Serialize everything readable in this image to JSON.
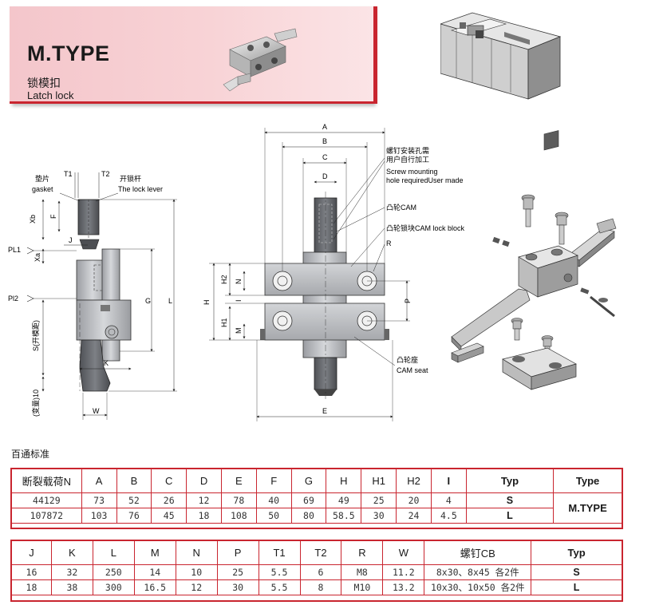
{
  "header": {
    "title": "M.TYPE",
    "subtitle_cn": "锁模扣",
    "subtitle_en": "Latch lock"
  },
  "drawing": {
    "side": {
      "gasket_cn": "垫片",
      "gasket_en": "gasket",
      "lever_cn": "开锁杆",
      "lever_en": "The lock lever",
      "T1": "T1",
      "T2": "T2",
      "F": "F",
      "Xb": "Xb",
      "J": "J",
      "Xa": "Xa",
      "PL1": "PL1",
      "Pl2": "Pl2",
      "S": "S(开模距)",
      "var": "(变量)10",
      "G": "G",
      "L": "L",
      "K": "K",
      "W": "W"
    },
    "front": {
      "A": "A",
      "B": "B",
      "C": "C",
      "D": "D",
      "E": "E",
      "H": "H",
      "H1": "H1",
      "H2": "H2",
      "I": "I",
      "N": "N",
      "M": "M",
      "P": "P",
      "screw_cn_1": "螺钉安装孔需",
      "screw_cn_2": "用户自行加工",
      "screw_en_1": "Screw mounting",
      "screw_en_2": "hole requiredUser made",
      "cam_cn": "凸轮CAM",
      "cam_block_cn": "凸轮锁块CAM lock block",
      "R": "R",
      "cam_seat_cn": "凸轮座",
      "cam_seat_en": "CAM seat"
    }
  },
  "section_title": "百通标准",
  "table1": {
    "headers": [
      "断裂载荷N",
      "A",
      "B",
      "C",
      "D",
      "E",
      "F",
      "G",
      "H",
      "H1",
      "H2",
      "I",
      "Typ",
      "Type"
    ],
    "rows": [
      [
        "44129",
        "73",
        "52",
        "26",
        "12",
        "78",
        "40",
        "69",
        "49",
        "25",
        "20",
        "4",
        "S"
      ],
      [
        "107872",
        "103",
        "76",
        "45",
        "18",
        "108",
        "50",
        "80",
        "58.5",
        "30",
        "24",
        "4.5",
        "L"
      ]
    ],
    "type_value": "M.TYPE"
  },
  "table2": {
    "headers": [
      "J",
      "K",
      "L",
      "M",
      "N",
      "P",
      "T1",
      "T2",
      "R",
      "W",
      "螺钉CB",
      "Typ"
    ],
    "rows": [
      [
        "16",
        "32",
        "250",
        "14",
        "10",
        "25",
        "5.5",
        "6",
        "M8",
        "11.2",
        "8x30、8x45 各2件",
        "S"
      ],
      [
        "18",
        "38",
        "300",
        "16.5",
        "12",
        "30",
        "5.5",
        "8",
        "M10",
        "13.2",
        "10x30、10x50 各2件",
        "L"
      ]
    ]
  }
}
